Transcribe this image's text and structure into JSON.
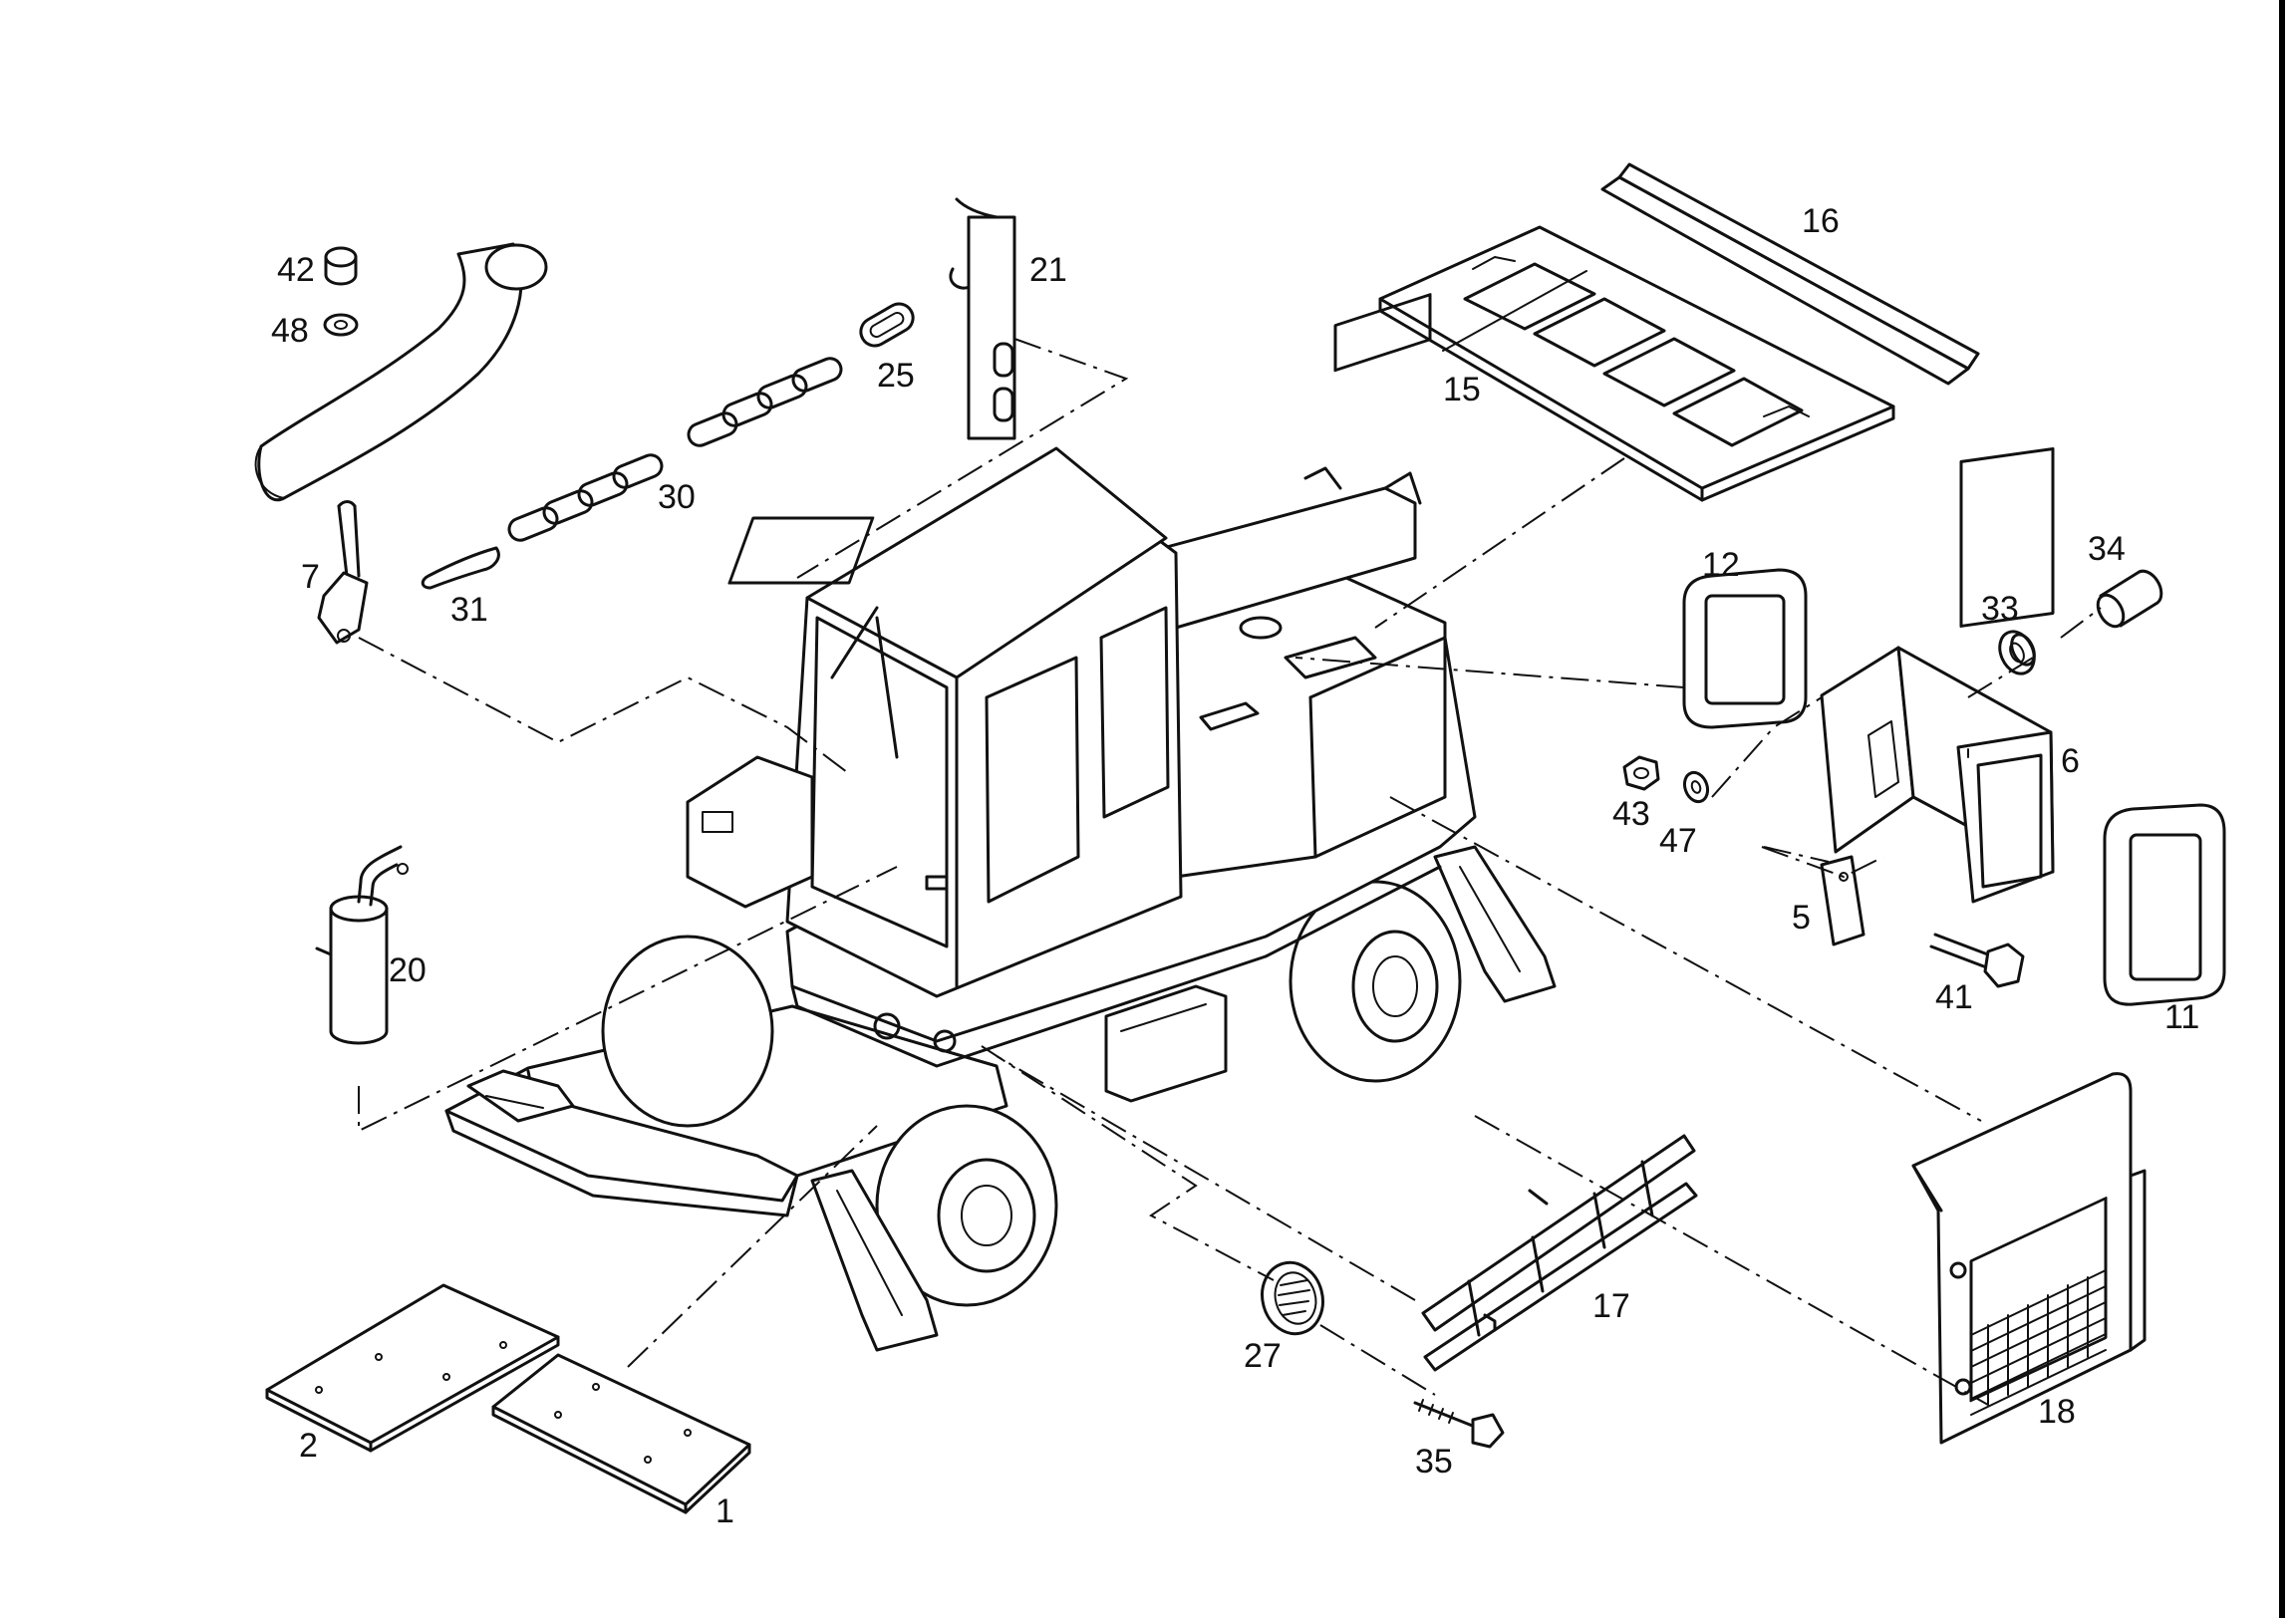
{
  "diagram": {
    "callouts": [
      "42",
      "48",
      "21",
      "25",
      "16",
      "15",
      "30",
      "31",
      "7",
      "12",
      "34",
      "33",
      "6",
      "43",
      "47",
      "5",
      "41",
      "11",
      "20",
      "17",
      "27",
      "35",
      "18",
      "2",
      "1"
    ]
  }
}
